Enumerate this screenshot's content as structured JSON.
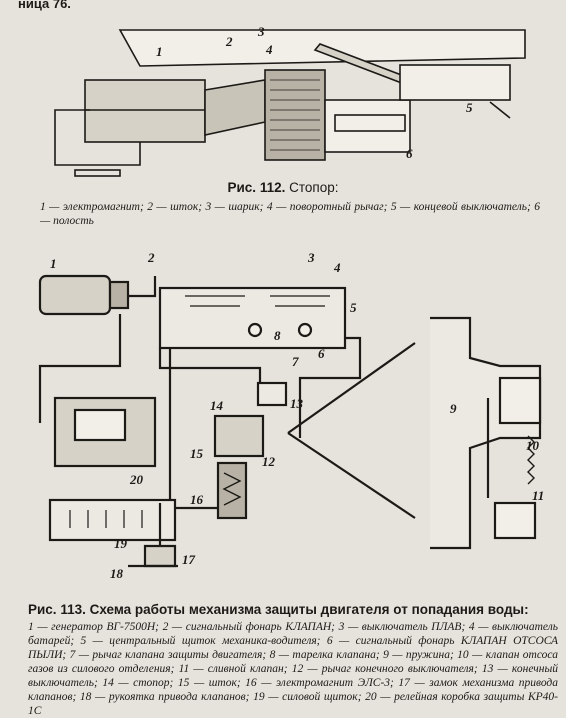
{
  "page_fragment": "ница 76.",
  "fig112": {
    "caption_prefix": "Рис. 112.",
    "caption_title": "Стопор:",
    "legend": "1 — электромагнит; 2 — шток; 3 — шарик; 4 — поворотный рычаг; 5 — концевой выключатель; 6 — полость",
    "labels": [
      "1",
      "2",
      "3",
      "4",
      "5",
      "6"
    ]
  },
  "fig113": {
    "caption_prefix": "Рис. 113.",
    "caption_title": "Схема работы механизма защиты двигателя от попадания воды:",
    "legend": "1 — генератор ВГ-7500Н; 2 — сигнальный фонарь КЛАПАН; 3 — выключатель ПЛАВ; 4 — выключатель батарей; 5 — центральный щиток механика-водителя; 6 — сигнальный фонарь КЛАПАН ОТСОСА ПЫЛИ; 7 — рычаг клапана защиты двигателя; 8 — тарелка клапана; 9 — пружина; 10 — клапан отсоса газов из силового отделения; 11 — сливной клапан; 12 — рычаг конечного выключателя; 13 — конечный выключатель; 14 — стопор; 15 — шток; 16 — электромагнит ЭЛС-3; 17 — замок механизма привода клапанов; 18 — рукоятка привода клапанов; 19 — силовой щиток; 20 — релейная коробка защиты КР40-1С",
    "labels": [
      "1",
      "2",
      "3",
      "4",
      "5",
      "6",
      "7",
      "8",
      "9",
      "10",
      "11",
      "12",
      "13",
      "14",
      "15",
      "16",
      "17",
      "18",
      "19",
      "20"
    ]
  }
}
